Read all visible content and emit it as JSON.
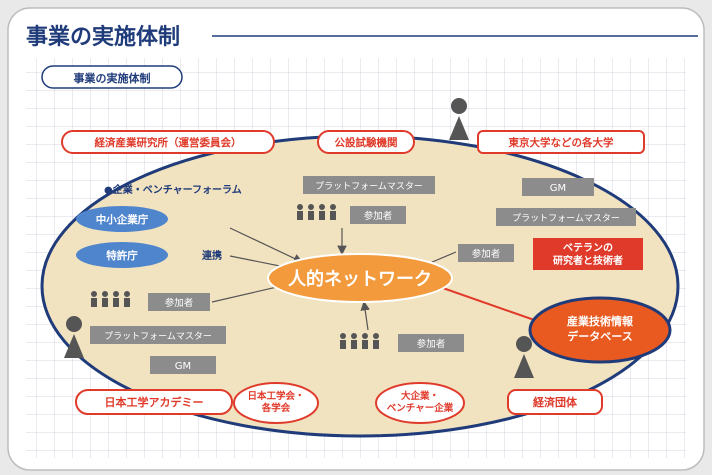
{
  "title": "事業の実施体制",
  "subtitle": "事業の実施体制",
  "center": "人的ネットワーク",
  "forum_label": "●企業・ベンチャーフォーラム",
  "link_label": "連携",
  "ovals": {
    "sme": "中小企業庁",
    "patent": "特許庁"
  },
  "red_boxes": {
    "rieti": "経済産業研究所（運営委員会）",
    "public_labs": "公設試験機関",
    "universities": "東京大学などの各大学",
    "veterans": "ベテランの\n研究者と技術者",
    "academy": "日本工学アカデミー",
    "engineering_societies": "日本工学会・\n各学会",
    "large_companies": "大企業・\nベンチャー企業",
    "business_groups": "経済団体"
  },
  "grey_boxes": {
    "platform_master": "プラットフォームマスター",
    "participant": "参加者",
    "gm": "GM"
  },
  "database": "産業技術情報\nデータベース",
  "colors": {
    "orange": "#f39a3c",
    "red": "#e03a2a",
    "blue": "#4f85cc",
    "grey": "#8c8c8c",
    "navy": "#1f3b7a",
    "ellipse": "#f2e3c0"
  }
}
